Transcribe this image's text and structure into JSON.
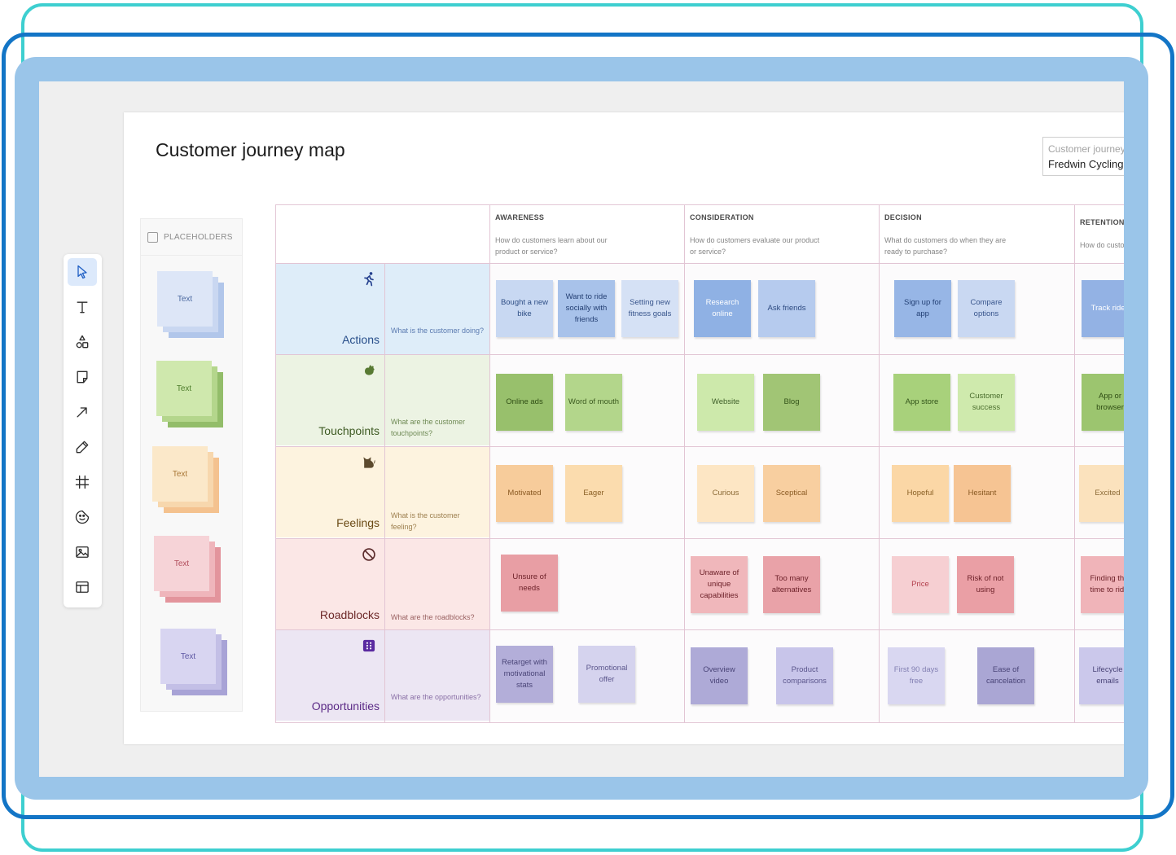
{
  "board": {
    "title": "Customer journey map",
    "journey_label": "Customer journey",
    "journey_name": "Fredwin Cycling: "
  },
  "toolbar": [
    {
      "icon": "pointer-icon",
      "active": true
    },
    {
      "icon": "text-icon",
      "active": false
    },
    {
      "icon": "shapes-icon",
      "active": false
    },
    {
      "icon": "sticky-note-icon",
      "active": false
    },
    {
      "icon": "arrow-icon",
      "active": false
    },
    {
      "icon": "pen-icon",
      "active": false
    },
    {
      "icon": "frame-icon",
      "active": false
    },
    {
      "icon": "sticker-icon",
      "active": false
    },
    {
      "icon": "image-icon",
      "active": false
    },
    {
      "icon": "template-icon",
      "active": false
    }
  ],
  "placeholders": {
    "title": "PLACEHOLDERS",
    "items": [
      {
        "label": "Text",
        "colors": [
          "#b1c6ea",
          "#c9d7f1",
          "#dde6f7"
        ],
        "text_color": "#4d6aa0"
      },
      {
        "label": "Text",
        "colors": [
          "#93bd6a",
          "#b4d68c",
          "#cfe8ad"
        ],
        "text_color": "#4e7d2c"
      },
      {
        "label": "Text",
        "colors": [
          "#f4c28f",
          "#f7d7ad",
          "#fbe8c9"
        ],
        "text_color": "#a77636"
      },
      {
        "label": "Text",
        "colors": [
          "#e3949c",
          "#efb5bb",
          "#f6d3d7"
        ],
        "text_color": "#b14d5c"
      },
      {
        "label": "Text",
        "colors": [
          "#a8a3d6",
          "#c3bfe6",
          "#d8d5f1"
        ],
        "text_color": "#5d57a3"
      }
    ]
  },
  "stages": [
    {
      "title": "AWARENESS",
      "question": "How do customers learn about our product or service?"
    },
    {
      "title": "CONSIDERATION",
      "question": "How do customers evaluate our product or service?"
    },
    {
      "title": "DECISION",
      "question": "What do customers do when they are ready to purchase?"
    },
    {
      "title": "RETENTION",
      "question": "How do customers"
    }
  ],
  "rows": [
    {
      "label": "Actions",
      "icon": "running-person-icon",
      "question": "What is the customer doing?",
      "label_color": "#274e8a",
      "question_color": "#5a7ab0",
      "bg": "#deedf9",
      "icon_color": "#24408e",
      "notes": [
        {
          "text": "Bought a new bike",
          "color": "#c8d8f2",
          "text_color": "#2f4f86"
        },
        {
          "text": "Want to ride socially with friends",
          "color": "#a8c2ea",
          "text_color": "#243f73"
        },
        {
          "text": "Setting new fitness goals",
          "color": "#d5e1f5",
          "text_color": "#38558c"
        },
        {
          "text": "Research online",
          "color": "#8fb1e4",
          "text_color": "#ffffff"
        },
        {
          "text": "Ask friends",
          "color": "#b6cbee",
          "text_color": "#2d4a80"
        },
        {
          "text": "Sign up for app",
          "color": "#97b6e6",
          "text_color": "#234075"
        },
        {
          "text": "Compare options",
          "color": "#c9d8f2",
          "text_color": "#38558c"
        },
        {
          "text": "Track rides",
          "color": "#93b2e4",
          "text_color": "#ffffff"
        }
      ]
    },
    {
      "label": "Touchpoints",
      "icon": "hand-icon",
      "question": "What are the customer touchpoints?",
      "label_color": "#3e5a23",
      "question_color": "#6f8a55",
      "bg": "#ecf3e3",
      "icon_color": "#587a33",
      "notes": [
        {
          "text": "Online ads",
          "color": "#98c06c",
          "text_color": "#2f4d14"
        },
        {
          "text": "Word of mouth",
          "color": "#b3d68b",
          "text_color": "#3b5a1f"
        },
        {
          "text": "Website",
          "color": "#cde9ab",
          "text_color": "#40602a"
        },
        {
          "text": "Blog",
          "color": "#a1c575",
          "text_color": "#35541a"
        },
        {
          "text": "App store",
          "color": "#a8d17b",
          "text_color": "#34551b"
        },
        {
          "text": "Customer success",
          "color": "#cfeaad",
          "text_color": "#4a6d2d"
        },
        {
          "text": "App or browser",
          "color": "#9cc56f",
          "text_color": "#2f4d14"
        }
      ]
    },
    {
      "label": "Feelings",
      "icon": "cat-icon",
      "question": "What is the customer feeling?",
      "label_color": "#6a4a15",
      "question_color": "#9d7f4f",
      "bg": "#fdf3df",
      "icon_color": "#5c4a2e",
      "notes": [
        {
          "text": "Motivated",
          "color": "#f7cc9b",
          "text_color": "#8a5a23"
        },
        {
          "text": "Eager",
          "color": "#fbdcae",
          "text_color": "#8a6025"
        },
        {
          "text": "Curious",
          "color": "#fde6c4",
          "text_color": "#8b6a36"
        },
        {
          "text": "Sceptical",
          "color": "#f8cfa0",
          "text_color": "#8a5a23"
        },
        {
          "text": "Hopeful",
          "color": "#fbd7a6",
          "text_color": "#8a6025"
        },
        {
          "text": "Hesitant",
          "color": "#f6c493",
          "text_color": "#8a5a23"
        },
        {
          "text": "Excited",
          "color": "#fbe2bd",
          "text_color": "#8b6a36"
        }
      ]
    },
    {
      "label": "Roadblocks",
      "icon": "prohibited-icon",
      "question": "What are the roadblocks?",
      "label_color": "#6e2a2a",
      "question_color": "#9a6262",
      "bg": "#fbe7e6",
      "icon_color": "#5a2a2a",
      "notes": [
        {
          "text": "Unsure of needs",
          "color": "#e89ea4",
          "text_color": "#6b1f27"
        },
        {
          "text": "Unaware of unique capabilities",
          "color": "#f0b7bb",
          "text_color": "#6b1f27"
        },
        {
          "text": "Too many alternatives",
          "color": "#e9a2a8",
          "text_color": "#6b1f27"
        },
        {
          "text": "Price",
          "color": "#f6cfd2",
          "text_color": "#b4424f"
        },
        {
          "text": "Risk of not using",
          "color": "#ea9fa5",
          "text_color": "#6b1f27"
        },
        {
          "text": "Finding the time to ride",
          "color": "#f0b4b9",
          "text_color": "#6b1f27"
        }
      ]
    },
    {
      "label": "Opportunities",
      "icon": "grid-dots-icon",
      "question": "What are the opportunities?",
      "label_color": "#5b2a86",
      "question_color": "#8a70a6",
      "bg": "#ece6f3",
      "icon_color": "#5a2aa0",
      "notes": [
        {
          "text": "Retarget with motivational stats",
          "color": "#b3aed9",
          "text_color": "#4a4578"
        },
        {
          "text": "Promotional offer",
          "color": "#d5d3ee",
          "text_color": "#5b568c"
        },
        {
          "text": "Overview video",
          "color": "#aeaad7",
          "text_color": "#4a4578"
        },
        {
          "text": "Product comparisons",
          "color": "#c8c5ea",
          "text_color": "#5b568c"
        },
        {
          "text": "First 90 days free",
          "color": "#d9d7f1",
          "text_color": "#8380b3"
        },
        {
          "text": "Ease of cancelation",
          "color": "#aaa6d4",
          "text_color": "#4a4578"
        },
        {
          "text": "Lifecycle emails",
          "color": "#cbc8eb",
          "text_color": "#4a4578"
        }
      ]
    }
  ]
}
